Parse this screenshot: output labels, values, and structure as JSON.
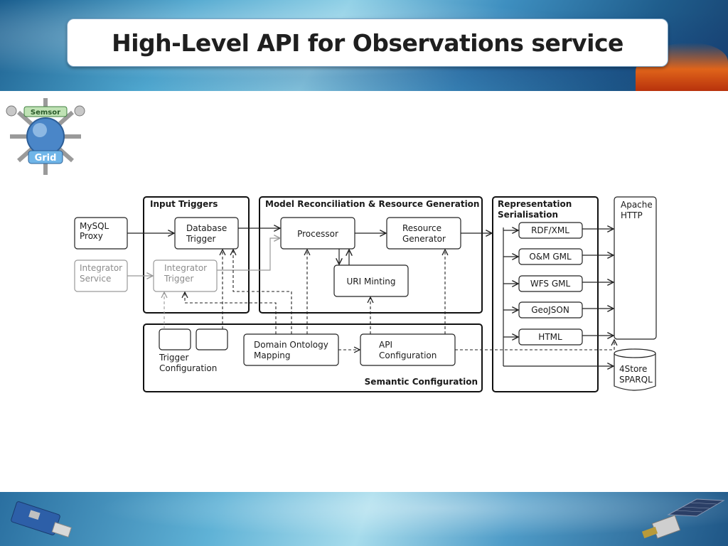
{
  "slide": {
    "title": "High-Level API for Observations service"
  },
  "logo": {
    "text_top": "Semsor",
    "text_bottom": "Grid"
  },
  "diagram": {
    "groups": {
      "input_triggers": "Input Triggers",
      "model_reconciliation": "Model Reconciliation & Resource Generation",
      "representation_1": "Representation",
      "representation_2": "Serialisation",
      "semantic_configuration": "Semantic Configuration"
    },
    "nodes": {
      "mysql_proxy_1": "MySQL",
      "mysql_proxy_2": "Proxy",
      "integrator_service_1": "Integrator",
      "integrator_service_2": "Service",
      "database_trigger_1": "Database",
      "database_trigger_2": "Trigger",
      "integrator_trigger_1": "Integrator",
      "integrator_trigger_2": "Trigger",
      "processor": "Processor",
      "resource_generator_1": "Resource",
      "resource_generator_2": "Generator",
      "uri_minting": "URI Minting",
      "trigger_configuration_1": "Trigger",
      "trigger_configuration_2": "Configuration",
      "domain_ontology_1": "Domain Ontology",
      "domain_ontology_2": "Mapping",
      "api_configuration_1": "API",
      "api_configuration_2": "Configuration",
      "apache_http_1": "Apache",
      "apache_http_2": "HTTP",
      "store_sparql_1": "4Store",
      "store_sparql_2": "SPARQL"
    },
    "formats": [
      "RDF/XML",
      "O&M GML",
      "WFS GML",
      "GeoJSON",
      "HTML"
    ]
  }
}
